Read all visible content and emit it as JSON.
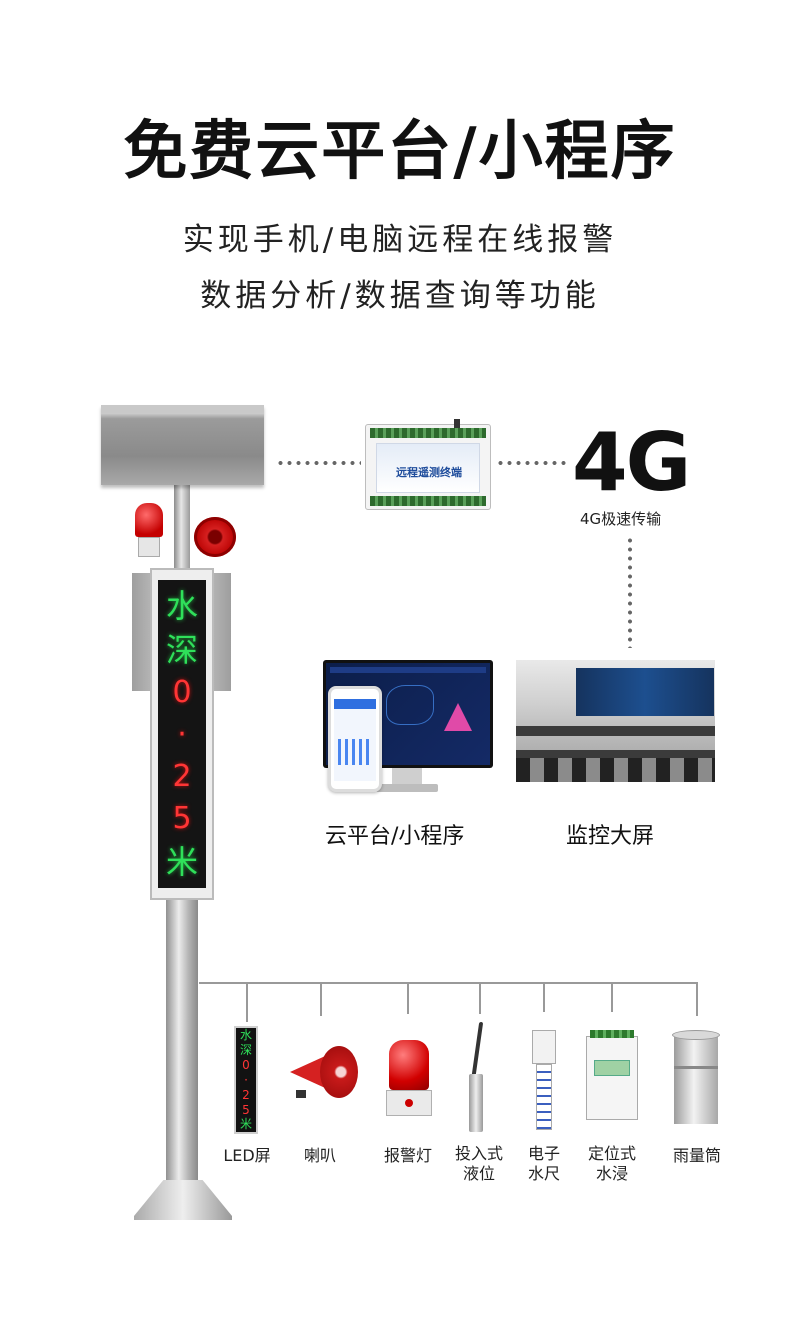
{
  "header": {
    "title": "免费云平台/小程序",
    "subtitle_line1": "实现手机/电脑远程在线报警",
    "subtitle_line2": "数据分析/数据查询等功能"
  },
  "sign": {
    "line1": "水",
    "line2": "深",
    "line3": "0",
    "line4": "·",
    "line5": "2",
    "line6": "5",
    "line7": "米"
  },
  "controller": {
    "label": "远程遥测终端"
  },
  "network": {
    "big_label": "4G",
    "caption": "4G极速传输"
  },
  "platforms": {
    "cloud_label": "云平台/小程序",
    "monitor_label": "监控大屏"
  },
  "devices": [
    {
      "label": "LED屏"
    },
    {
      "label": "喇叭"
    },
    {
      "label": "报警灯"
    },
    {
      "label_line1": "投入式",
      "label_line2": "液位"
    },
    {
      "label_line1": "电子",
      "label_line2": "水尺"
    },
    {
      "label_line1": "定位式",
      "label_line2": "水浸"
    },
    {
      "label": "雨量筒"
    }
  ],
  "mini_led": {
    "c1": "水",
    "c2": "深",
    "c3": "0",
    "c4": "·",
    "c5": "2",
    "c6": "5",
    "c7": "米"
  },
  "colors": {
    "led_green": "#2fe05a",
    "led_red": "#ff3535",
    "alarm_red": "#d10000"
  }
}
